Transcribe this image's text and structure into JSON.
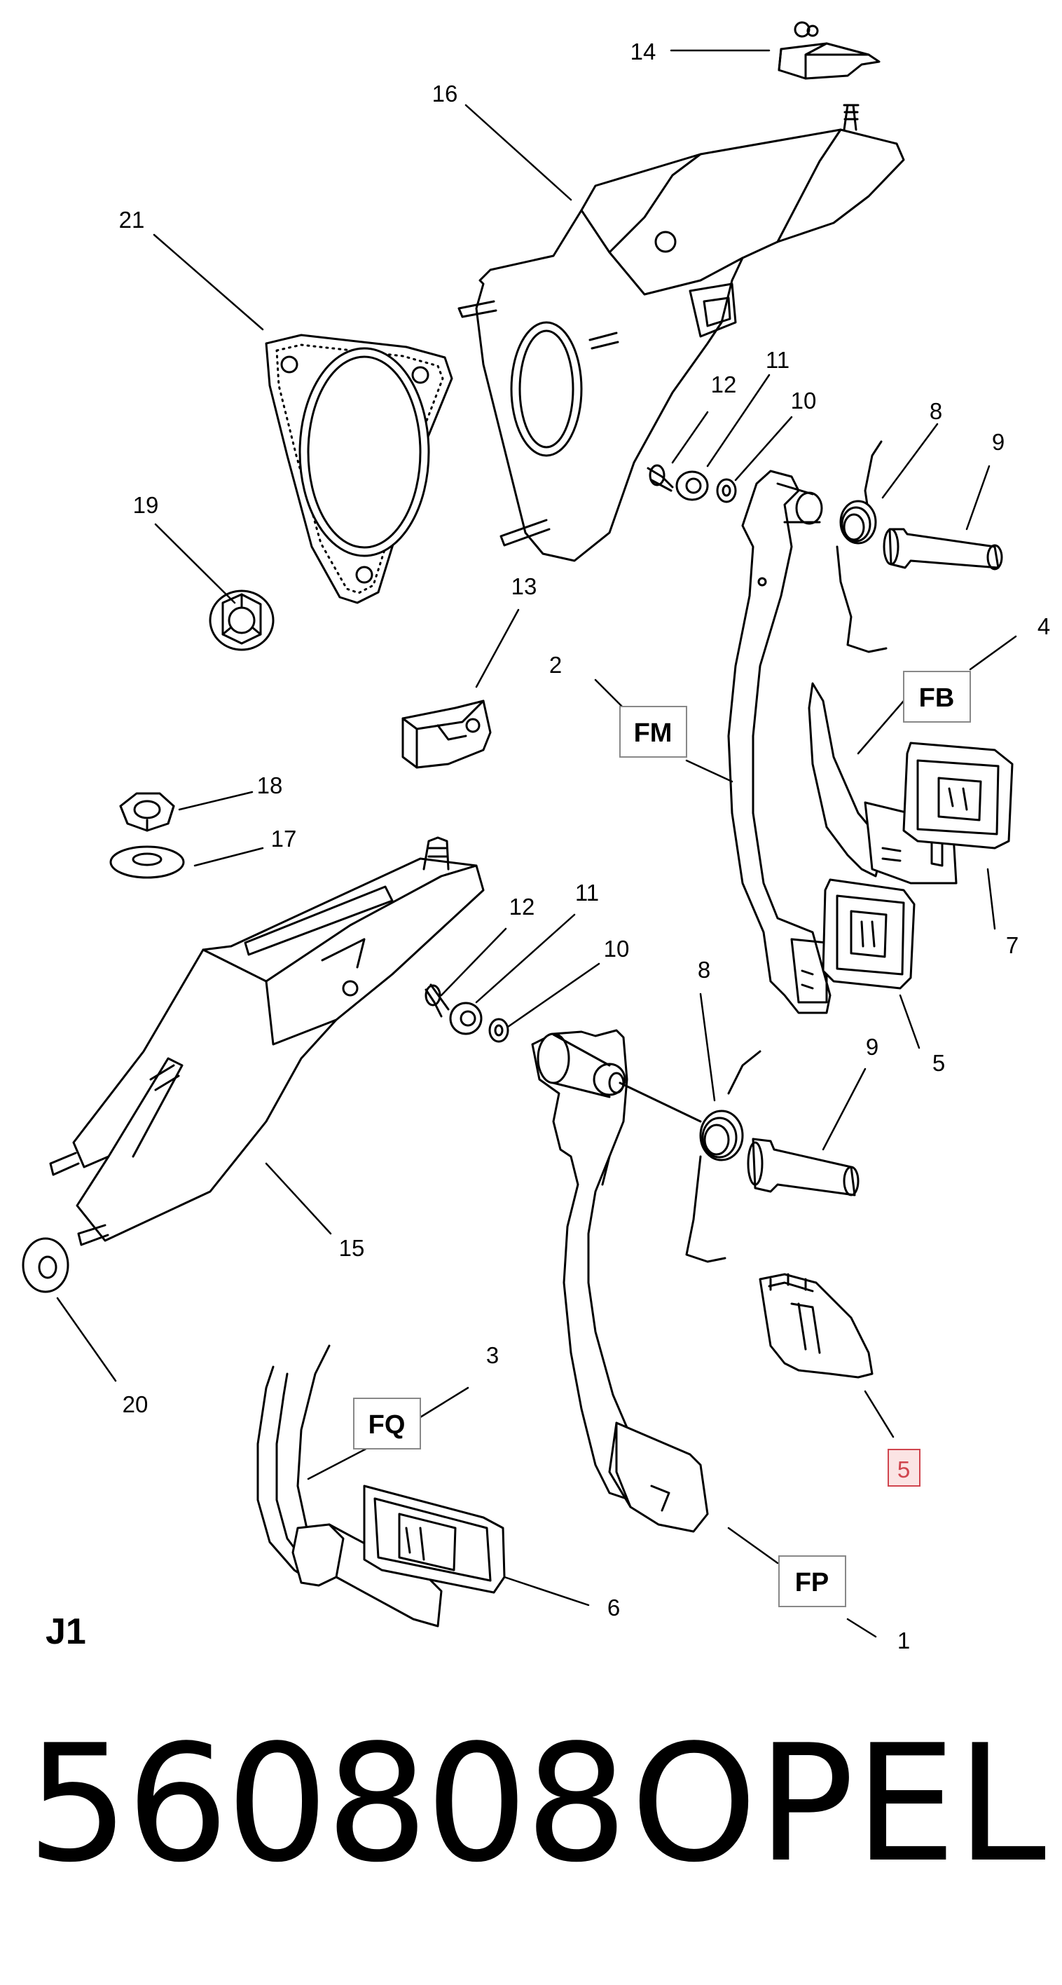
{
  "diagram": {
    "section_label": "J1",
    "callouts": {
      "c1": "1",
      "c2": "2",
      "c3": "3",
      "c4": "4",
      "c5a": "5",
      "c5b": "5",
      "c6": "6",
      "c7": "7",
      "c8a": "8",
      "c8b": "8",
      "c9a": "9",
      "c9b": "9",
      "c10a": "10",
      "c10b": "10",
      "c11a": "11",
      "c11b": "11",
      "c12a": "12",
      "c12b": "12",
      "c13": "13",
      "c14": "14",
      "c15": "15",
      "c16": "16",
      "c17": "17",
      "c18": "18",
      "c19": "19",
      "c20": "20",
      "c21": "21"
    },
    "codes": {
      "fm": "FM",
      "fb": "FB",
      "fq": "FQ",
      "fp": "FP"
    },
    "highlight_color": "#d0454e",
    "highlight_fill": "#fbe4e4"
  },
  "footer": {
    "part_number": "560808",
    "brand": "OPEL"
  }
}
